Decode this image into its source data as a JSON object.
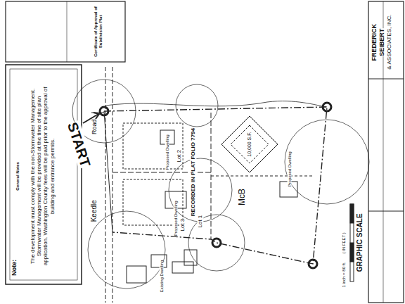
{
  "diagram": {
    "labels": [
      "START",
      "Keedle",
      "Road",
      "Lot 1",
      "Lot 2",
      "Lot 3",
      "RECORDED IN PLAT FOLIO 7794",
      "McB",
      "10,000 S.F.",
      "Proposed Dwelling",
      "Proposed Dwelling",
      "Proposed Dwelling",
      "Existing Dwelling",
      "GRAPHIC SCALE",
      "( IN FEET )",
      "1 inch = 80 ft.",
      "FREDERICK",
      "SEIBERT",
      "& ASSOCIATES, INC.",
      "Note:",
      "The development must comply with the non-Stormwater Management. Stormwater Management will be provided at the time of site plan application. Washington County fees will be paid prior to the approval of building and entrance permits.",
      "General Notes",
      "Certificate of Approval of Subdivision Plat"
    ]
  }
}
